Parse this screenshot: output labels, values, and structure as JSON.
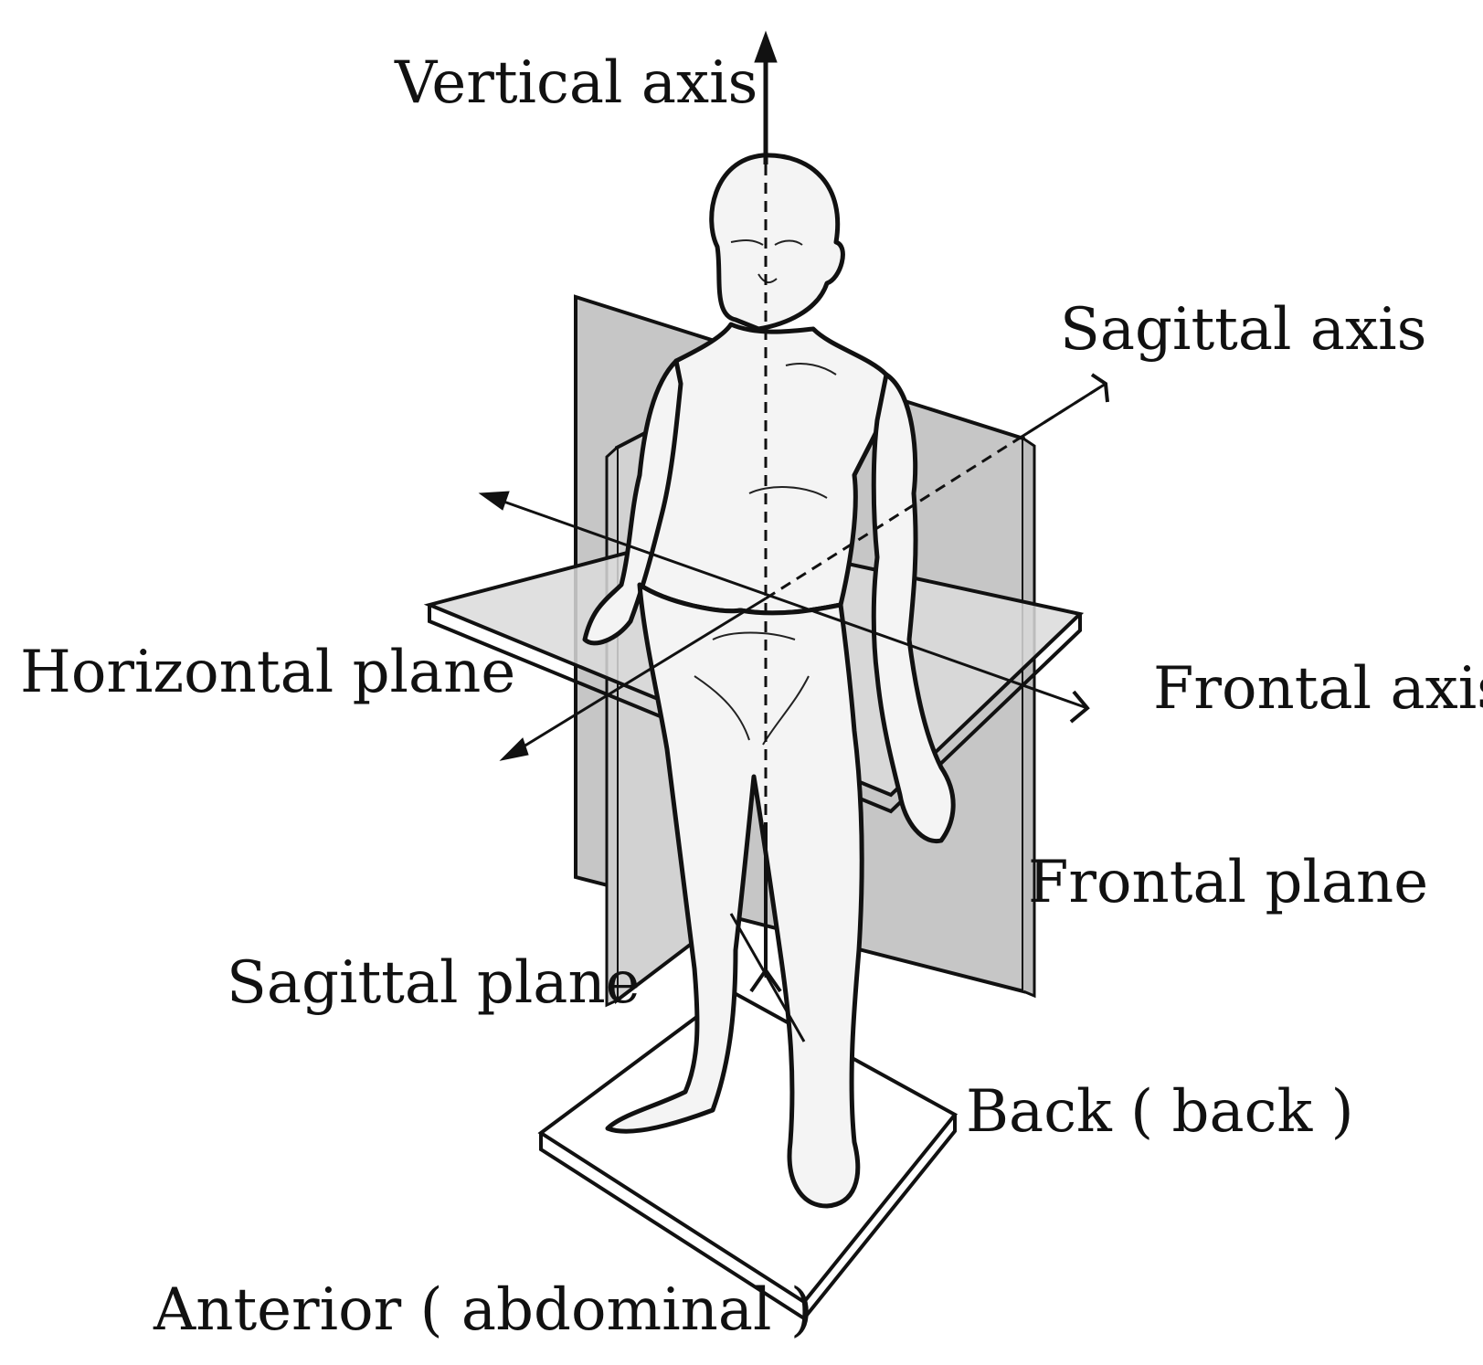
{
  "labels": {
    "vertical_axis": "Vertical axis",
    "sagittal_axis": "Sagittal axis",
    "horizontal_plane": "Horizontal plane",
    "frontal_axis": "Frontal axis",
    "frontal_plane": "Frontal plane",
    "sagittal_plane": "Sagittal plane",
    "back": "Back ( back )",
    "anterior": "Anterior ( abdominal )"
  },
  "colors": {
    "plane_fill": "#c8c8c8",
    "plane_light": "#dadada",
    "line": "#111111",
    "background": "#ffffff"
  }
}
